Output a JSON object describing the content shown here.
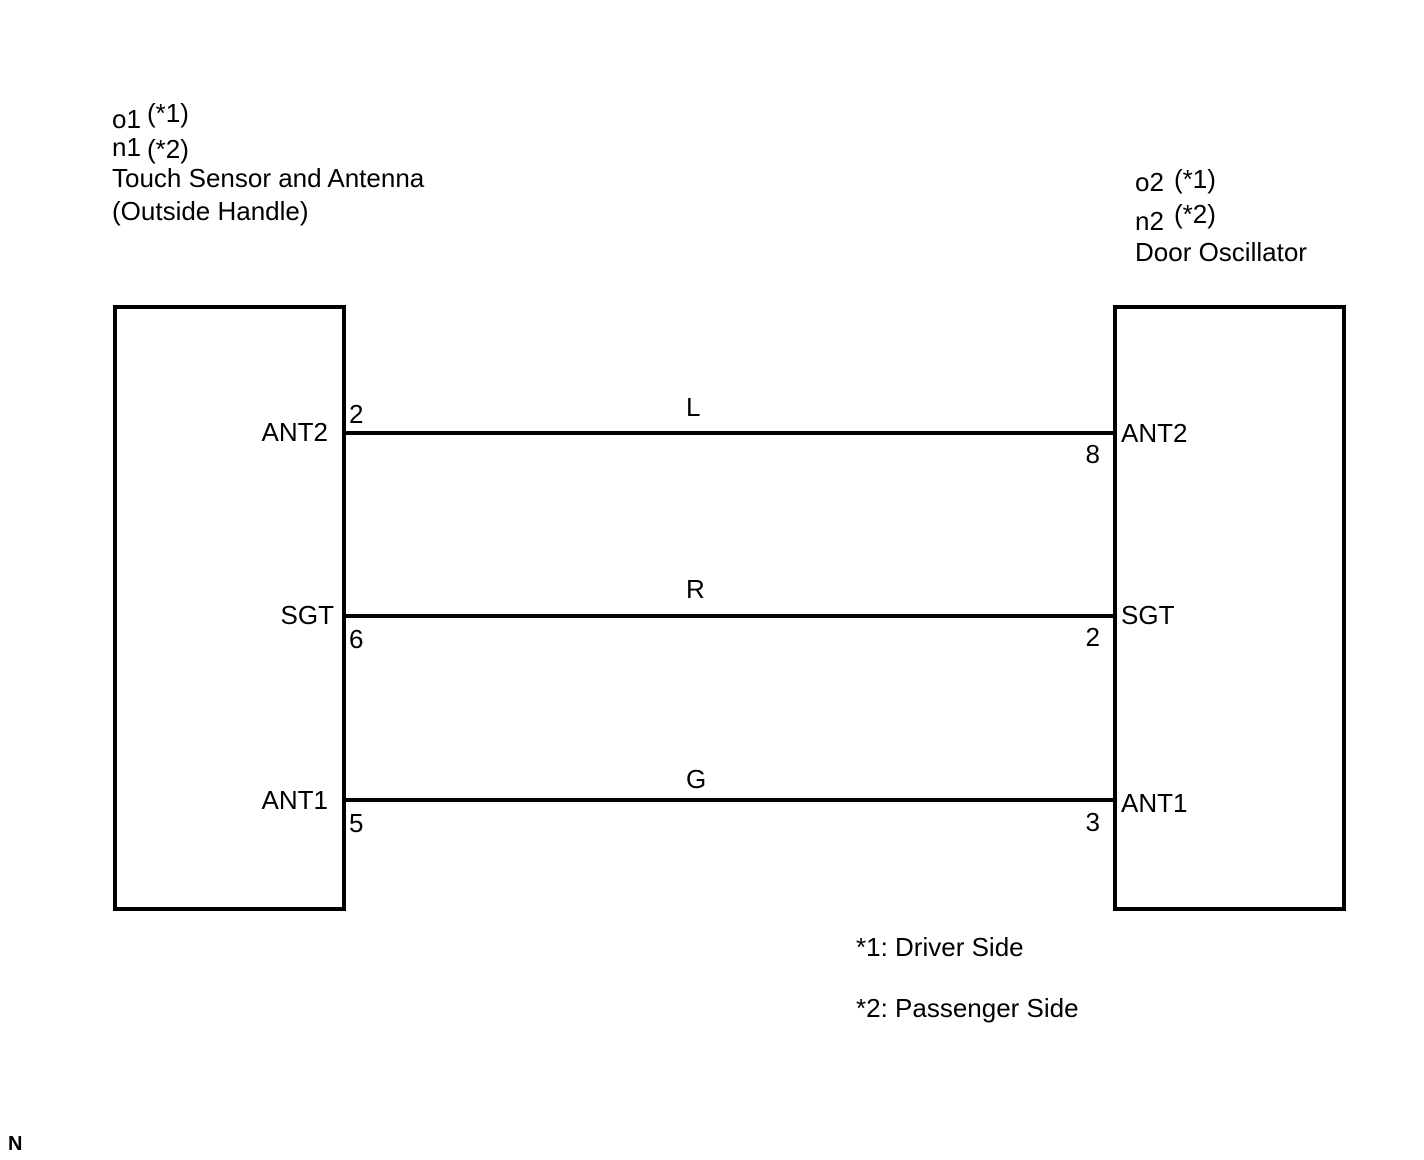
{
  "left_component": {
    "codes": [
      {
        "code": "o1",
        "note": "(*1)"
      },
      {
        "code": "n1",
        "note": "(*2)"
      }
    ],
    "name_line1": "Touch Sensor and Antenna",
    "name_line2": "(Outside Handle)",
    "pins": [
      {
        "signal": "ANT2",
        "number": "2"
      },
      {
        "signal": "SGT",
        "number": "6"
      },
      {
        "signal": "ANT1",
        "number": "5"
      }
    ]
  },
  "right_component": {
    "codes": [
      {
        "code": "o2",
        "note": "(*1)"
      },
      {
        "code": "n2",
        "note": "(*2)"
      }
    ],
    "name_line1": "Door Oscillator",
    "pins": [
      {
        "signal": "ANT2",
        "number": "8"
      },
      {
        "signal": "SGT",
        "number": "2"
      },
      {
        "signal": "ANT1",
        "number": "3"
      }
    ]
  },
  "wires": [
    {
      "color": "L"
    },
    {
      "color": "R"
    },
    {
      "color": "G"
    }
  ],
  "notes": [
    "*1: Driver Side",
    "*2: Passenger Side"
  ],
  "corner_mark": "N"
}
